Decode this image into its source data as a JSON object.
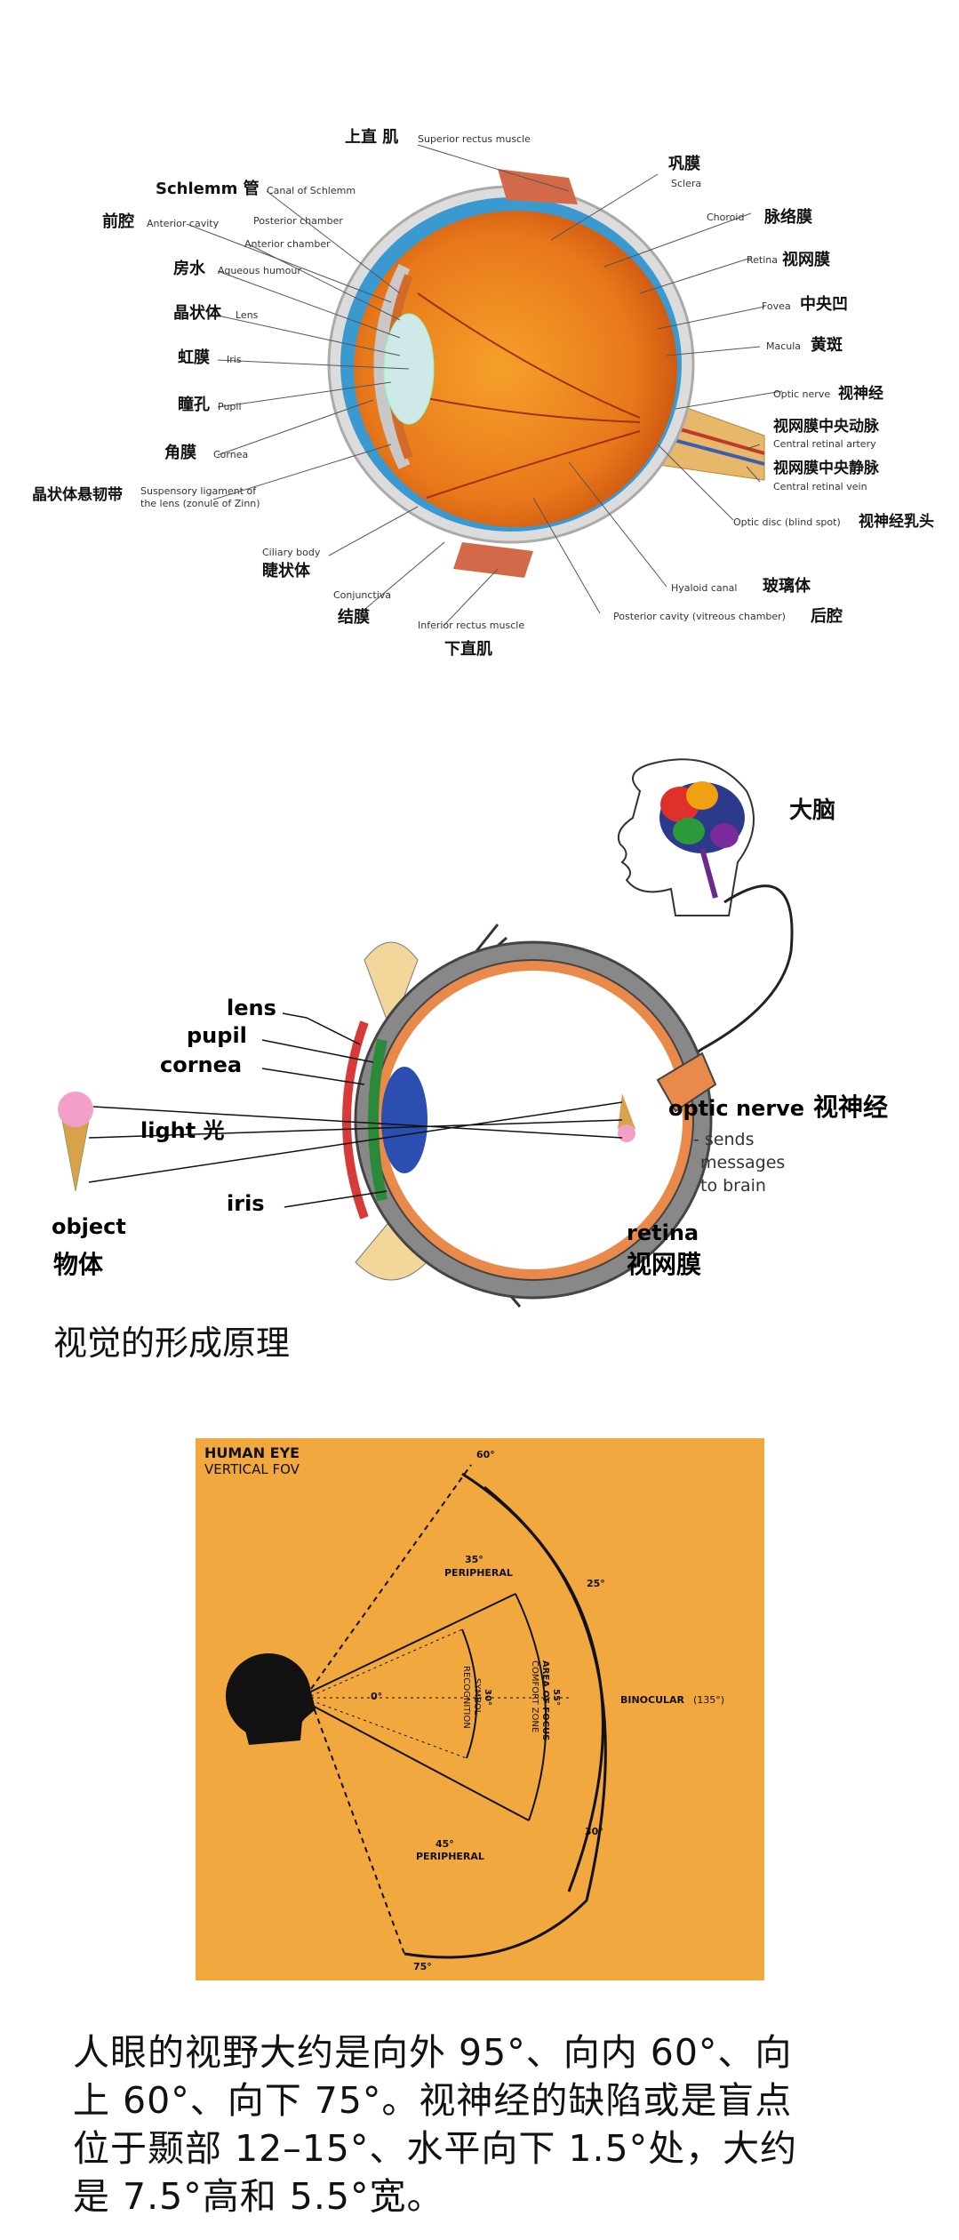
{
  "anatomy": {
    "labels": [
      {
        "cn": "上直 肌",
        "en": "Superior rectus muscle"
      },
      {
        "cn": "Schlemm 管",
        "en": "Canal of Schlemm"
      },
      {
        "cn": "前腔",
        "en": "Anterior cavity"
      },
      {
        "cn": "",
        "en": "Posterior chamber"
      },
      {
        "cn": "",
        "en": "Anterior chamber"
      },
      {
        "cn": "房水",
        "en": "Aqueous humour"
      },
      {
        "cn": "晶状体",
        "en": "Lens"
      },
      {
        "cn": "虹膜",
        "en": "Iris"
      },
      {
        "cn": "瞳孔",
        "en": "Pupil"
      },
      {
        "cn": "角膜",
        "en": "Cornea"
      },
      {
        "cn": "晶状体悬韧带",
        "en": "Suspensory ligament of",
        "en2": "the lens (zonule of Zinn)"
      },
      {
        "cn": "睫状体",
        "en": "Ciliary body"
      },
      {
        "cn": "结膜",
        "en": "Conjunctiva"
      },
      {
        "cn": "下直肌",
        "en": "Inferior rectus muscle"
      },
      {
        "cn": "巩膜",
        "en": "Sclera"
      },
      {
        "cn": "脉络膜",
        "en": "Choroid"
      },
      {
        "cn": "视网膜",
        "en": "Retina"
      },
      {
        "cn": "中央凹",
        "en": "Fovea"
      },
      {
        "cn": "黄斑",
        "en": "Macula"
      },
      {
        "cn": "视神经",
        "en": "Optic nerve"
      },
      {
        "cn": "视网膜中央动脉",
        "en": "Central retinal artery"
      },
      {
        "cn": "视网膜中央静脉",
        "en": "Central retinal vein"
      },
      {
        "cn": "视神经乳头",
        "en": "Optic disc (blind spot)"
      },
      {
        "cn": "玻璃体",
        "en": "Hyaloid canal"
      },
      {
        "cn": "后腔",
        "en": "Posterior cavity (vitreous chamber)"
      }
    ]
  },
  "vision": {
    "brain": "大脑",
    "lens": "lens",
    "pupil": "pupil",
    "cornea": "cornea",
    "light": "light 光",
    "iris": "iris",
    "object": "object",
    "object_cn": "物体",
    "optic_nerve": "optic nerve",
    "optic_nerve_cn": "视神经",
    "sends": [
      "- sends",
      "messages",
      "to brain"
    ],
    "retina": "retina",
    "retina_cn": "视网膜",
    "caption": "视觉的形成原理"
  },
  "fov": {
    "title": "HUMAN EYE",
    "subtitle": "VERTICAL FOV",
    "angle_60": "60°",
    "angle_25": "25°",
    "angle_0": "0°",
    "angle_m30": "30°",
    "angle_75": "75°",
    "upper_deg": "35°",
    "upper_label": "PERIPHERAL",
    "lower_deg": "45°",
    "lower_label": "PERIPHERAL",
    "symbol_deg": "30°",
    "symbol_label": "SYMBOL",
    "recognition_label": "RECOGNITION",
    "focus_deg": "55°",
    "focus_label": "AREA OF FOCUS",
    "comfort_label": "COMFORT ZONE",
    "binocular": "BINOCULAR",
    "binocular_deg": "(135°)",
    "colors": {
      "bg": "#f1a83f",
      "ink": "#111111"
    }
  },
  "description": {
    "lines": [
      "人眼的视野大约是向外 95°、向内 60°、向",
      "上 60°、向下 75°。视神经的缺陷或是盲点",
      "位于颞部 12–15°、水平向下 1.5°处，大约",
      "是 7.5°高和 5.5°宽。"
    ]
  }
}
